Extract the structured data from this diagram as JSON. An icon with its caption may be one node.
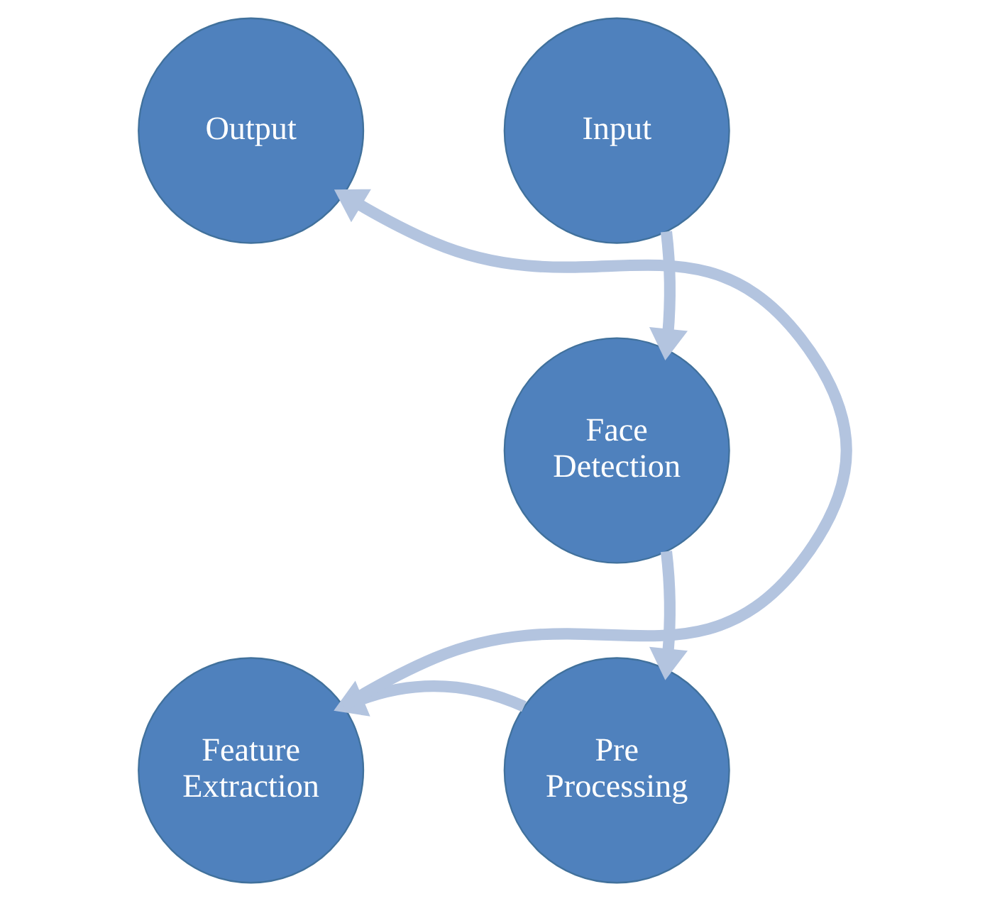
{
  "diagram": {
    "nodes": [
      {
        "text": [
          "Input"
        ]
      },
      {
        "text": [
          "Face Detection"
        ]
      },
      {
        "text": [
          "Pre Processing"
        ]
      },
      {
        "text": [
          "Feature Extraction"
        ]
      },
      {
        "text": [
          "Output"
        ]
      }
    ],
    "edges": [
      {
        "from": 0,
        "to": 1,
        "arrow": "to"
      },
      {
        "from": 1,
        "to": 2,
        "arrow": "to"
      },
      {
        "from": 2,
        "to": 3,
        "arrow": "to"
      },
      {
        "from": 3,
        "to": 4,
        "arrow": "to"
      }
    ]
  }
}
